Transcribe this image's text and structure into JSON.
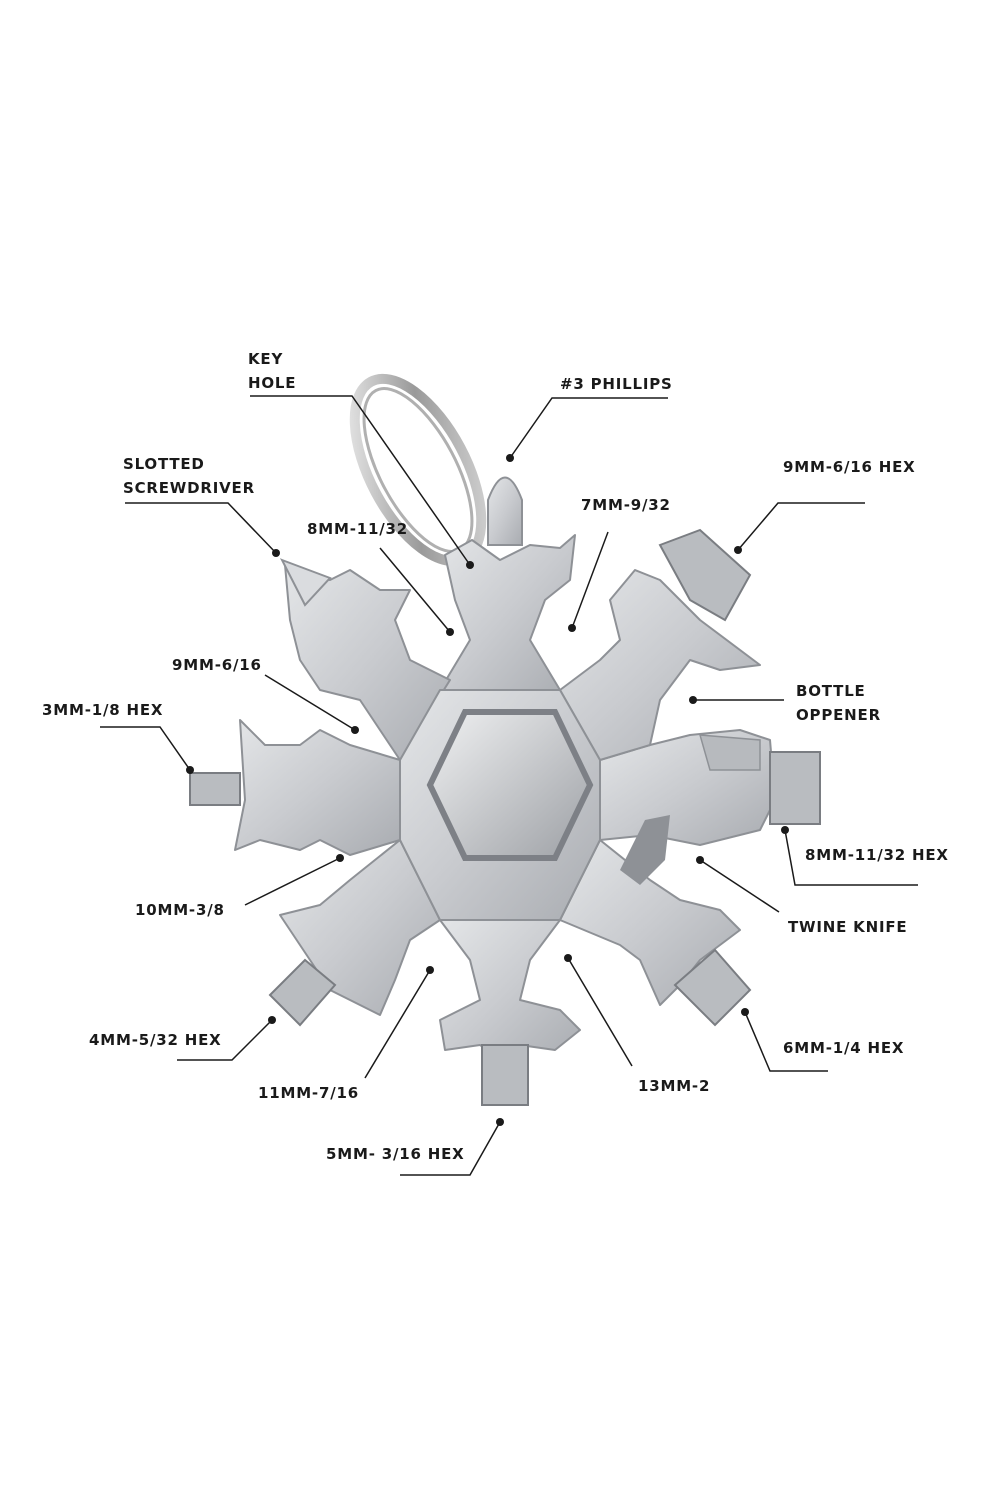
{
  "labels": {
    "key_hole": [
      "KEY",
      "HOLE"
    ],
    "phillips": "#3 PHILLIPS",
    "slotted_screwdriver": [
      "SLOTTED",
      "SCREWDRIVER"
    ],
    "hex_9mm_6_16": "9MM-6/16 HEX",
    "wrench_8mm_11_32": "8MM-11/32",
    "wrench_7mm_9_32": "7MM-9/32",
    "wrench_9mm_6_16": "9MM-6/16",
    "bottle_opener": [
      "BOTTLE",
      "OPPENER"
    ],
    "hex_3mm_1_8": "3MM-1/8 HEX",
    "hex_8mm_11_32": "8MM-11/32 HEX",
    "wrench_10mm_3_8": "10MM-3/8",
    "twine_knife": "TWINE KNIFE",
    "hex_4mm_5_32": "4MM-5/32 HEX",
    "hex_6mm_1_4": "6MM-1/4 HEX",
    "wrench_11mm_7_16": "11MM-7/16",
    "wrench_13mm_2": "13MM-2",
    "hex_5mm_3_16": "5MM- 3/16 HEX"
  },
  "colors": {
    "metal": "#cfd1d4",
    "metal_dark": "#8e9196",
    "line": "#1a1a1a"
  }
}
